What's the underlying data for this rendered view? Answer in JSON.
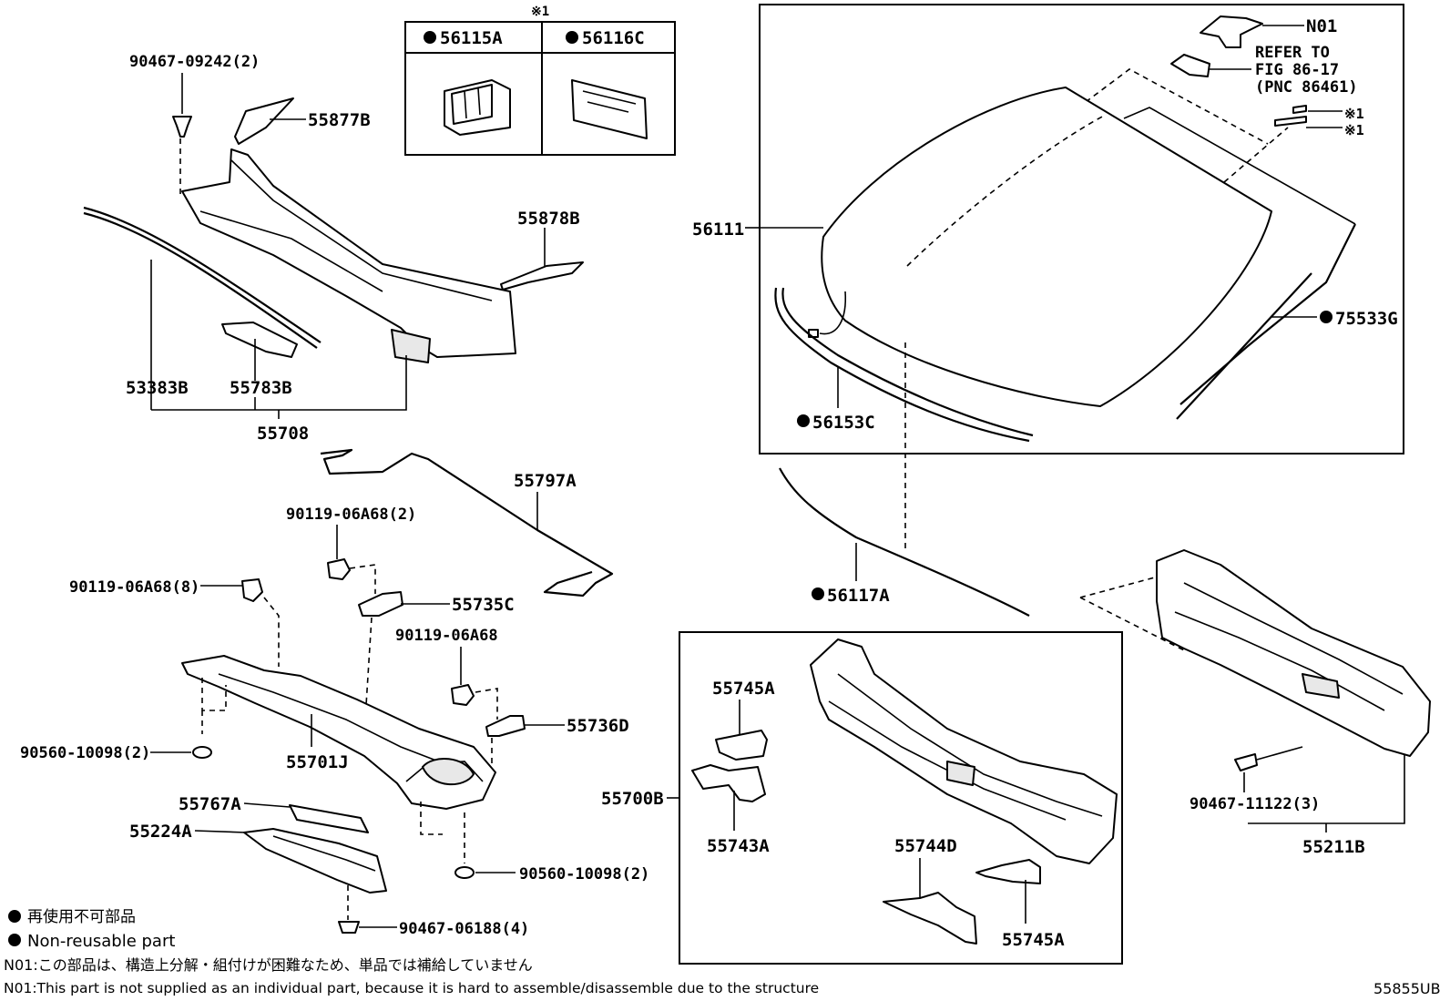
{
  "labels": {
    "p90467_09242": "90467-09242(2)",
    "p55877B": "55877B",
    "p55878B": "55878B",
    "p53383B": "53383B",
    "p55783B": "55783B",
    "p55708": "55708",
    "p55797A": "55797A",
    "p90119_06A68_2": "90119-06A68(2)",
    "p90119_06A68_8": "90119-06A68(8)",
    "p55735C": "55735C",
    "p90119_06A68": "90119-06A68",
    "p55736D": "55736D",
    "p90560_10098_2a": "90560-10098(2)",
    "p55701J": "55701J",
    "p55767A": "55767A",
    "p55224A": "55224A",
    "p90560_10098_2b": "90560-10098(2)",
    "p90467_06188": "90467-06188(4)",
    "p56111": "56111",
    "pN01": "N01",
    "refer1": "REFER TO",
    "refer2": "FIG 86-17",
    "refer3": "(PNC 86461)",
    "mark1": "※1",
    "mark2": "※1",
    "p75533G": "75533G",
    "p56153C": "56153C",
    "p56117A": "56117A",
    "p55745A_a": "55745A",
    "p55743A": "55743A",
    "p55700B": "55700B",
    "p55744D": "55744D",
    "p55745A_b": "55745A",
    "p90467_11122": "90467-11122(3)",
    "p55211B": "55211B"
  },
  "inset": {
    "mark": "※1",
    "col1": "56115A",
    "col2": "56116C"
  },
  "legend": {
    "jp": "再使用不可部品",
    "en": "Non-reusable part",
    "n01_jp": "N01:この部品は、構造上分解・組付けが困難なため、単品では補給していません",
    "n01_en": "N01:This part is not supplied as an individual part, because it is hard to assemble/disassemble due to the structure",
    "figure_code": "55855UB"
  }
}
